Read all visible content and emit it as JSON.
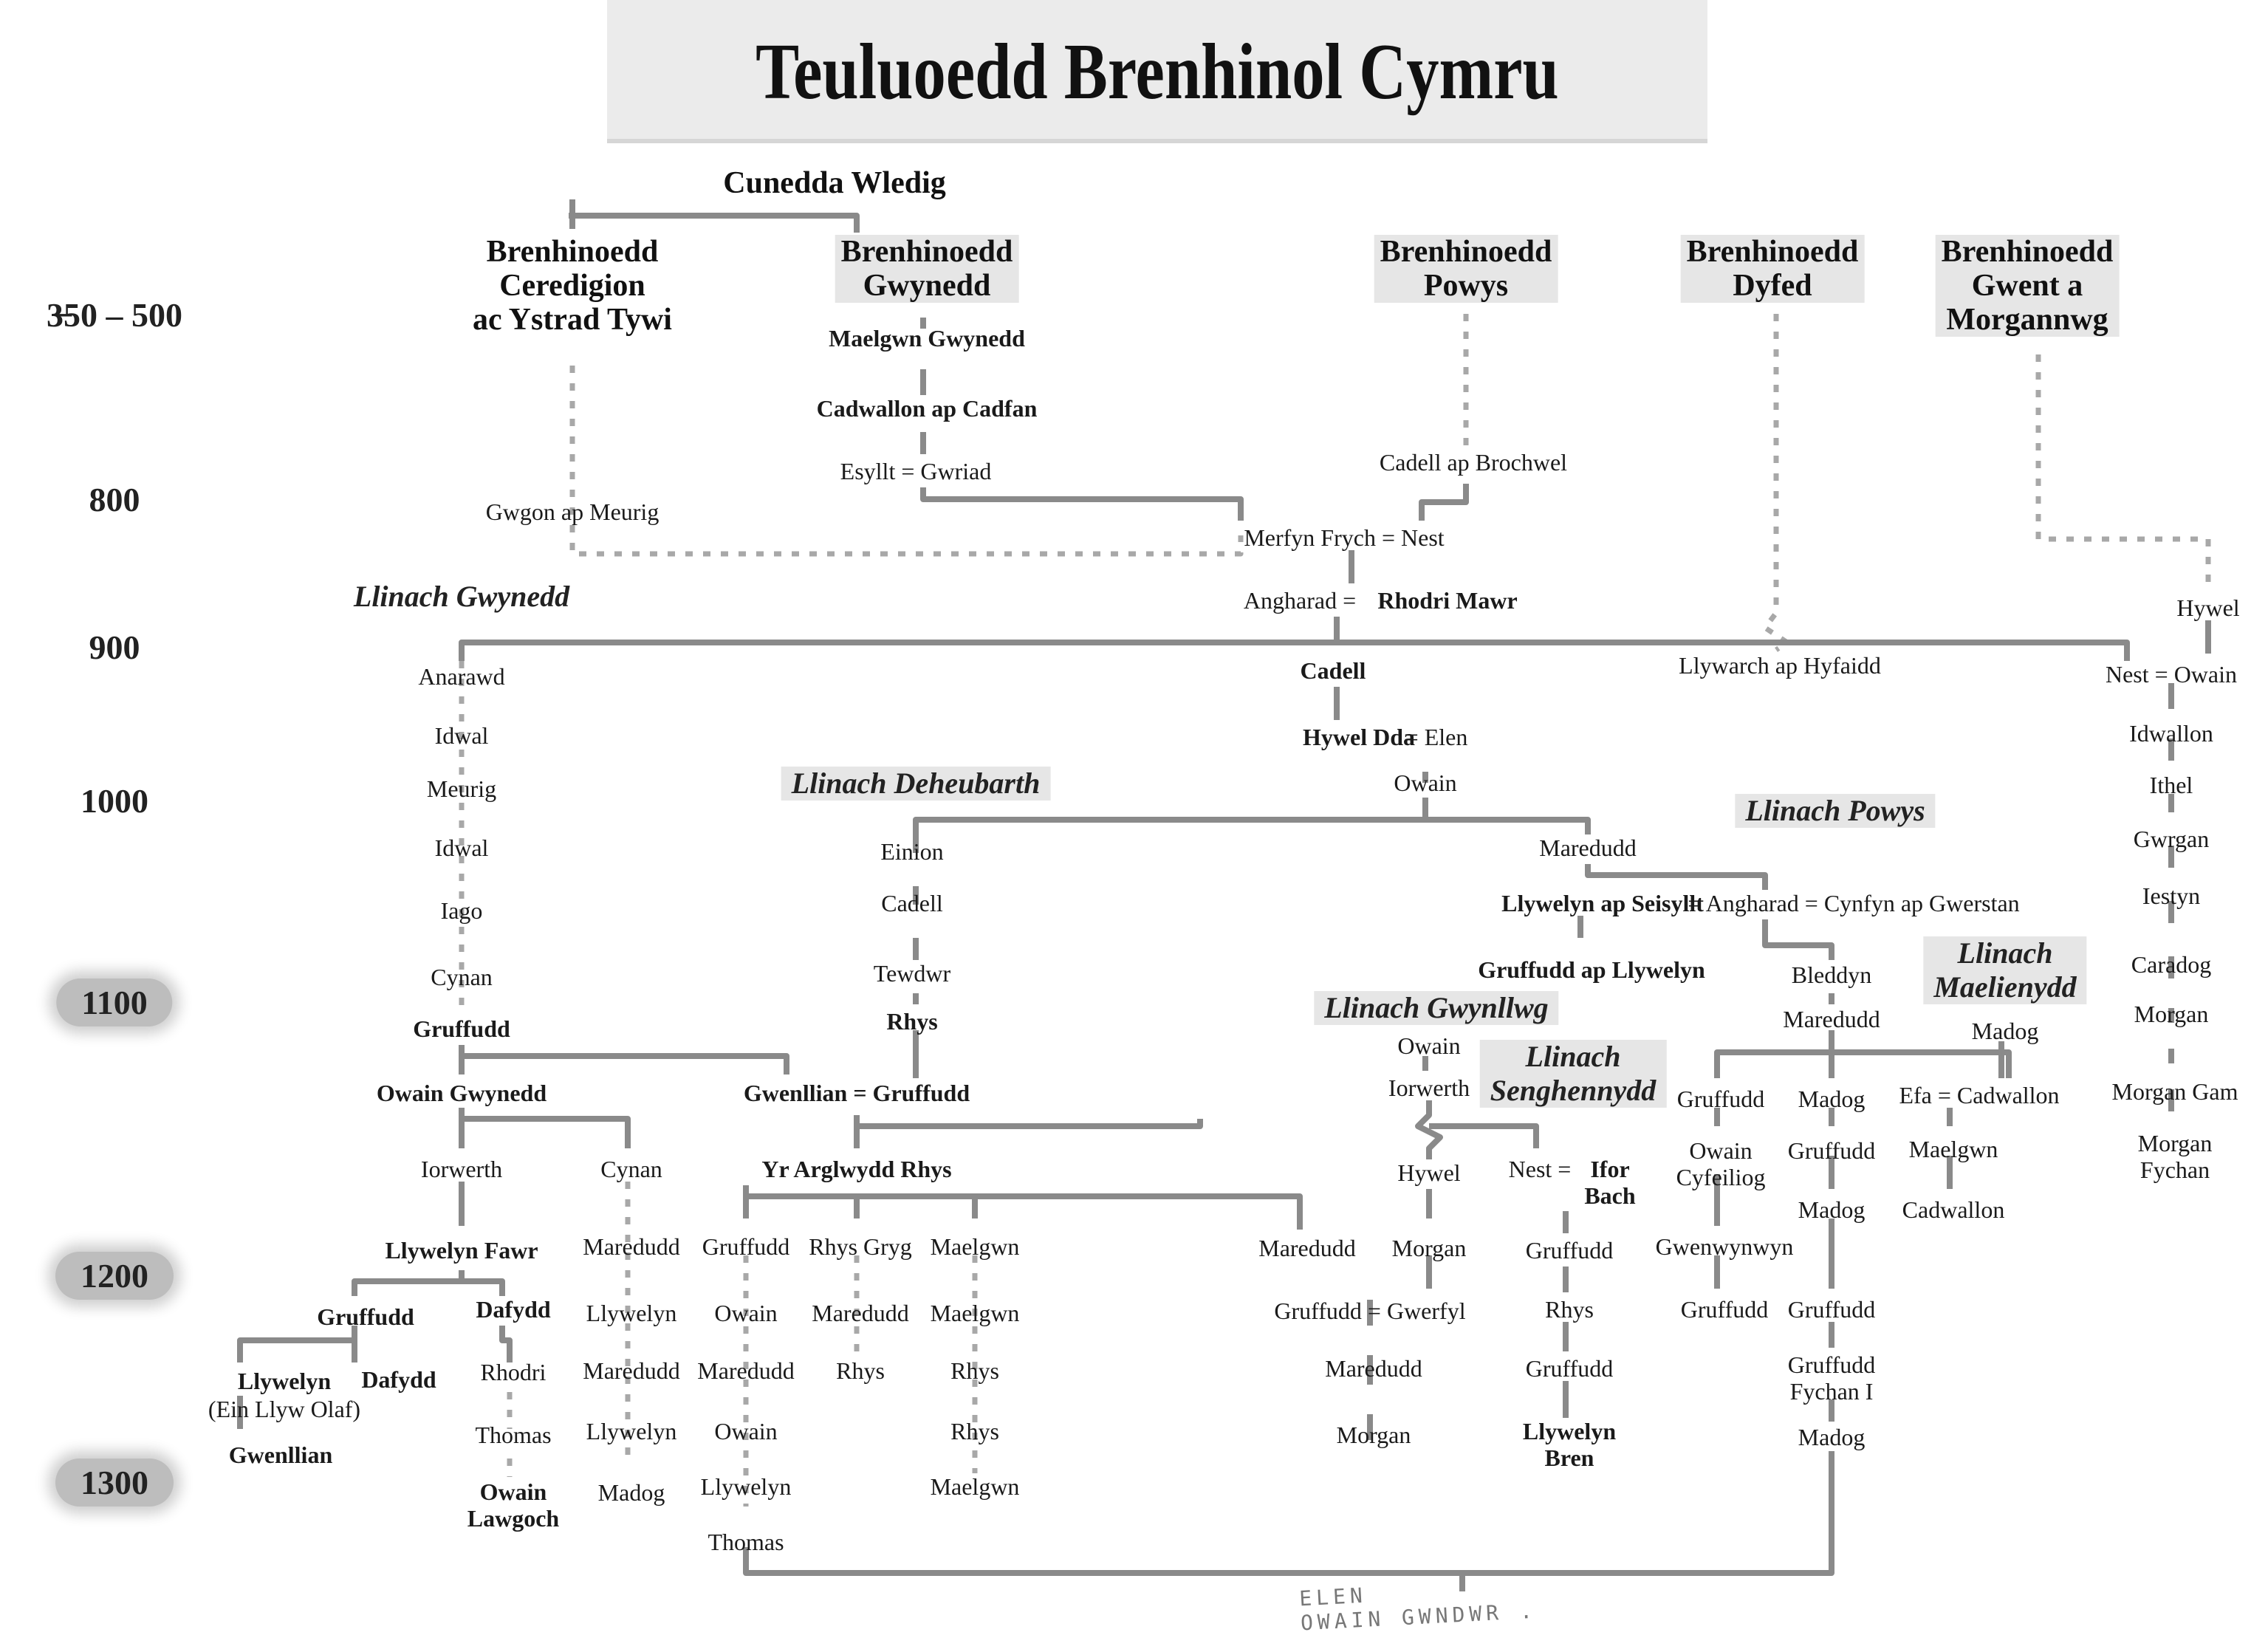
{
  "title": "Teuluoedd Brenhinol Cymru",
  "timeline": [
    "3̶50 – 500",
    "800",
    "900",
    "1000",
    "1100",
    "1200",
    "1300"
  ],
  "kingdoms": {
    "ancestor": "Cunedda Wledig",
    "ceredigion": "Brenhinoedd\nCeredigion\nac Ystrad Tywi",
    "gwynedd": "Brenhinoedd\nGwynedd",
    "powys": "Brenhinoedd\nPowys",
    "dyfed": "Brenhinoedd\nDyfed",
    "gwent": "Brenhinoedd\nGwent a\nMorgannwg"
  },
  "lineages": {
    "gwynedd": "Llinach Gwynedd",
    "deheubarth": "Llinach Deheubarth",
    "powys": "Llinach Powys",
    "maelienydd": "Llinach\nMaelienydd",
    "gwynllwg": "Llinach Gwynllwg",
    "senghennydd": "Llinach\nSenghennydd"
  },
  "people": {
    "maelgwn_gwynedd": "Maelgwn Gwynedd",
    "cadwallon_ap_cadfan": "Cadwallon ap Cadfan",
    "esyllt_gwriad": "Esyllt = Gwriad",
    "gwgon": "Gwgon ap Meurig",
    "cadell_ap_brochwel": "Cadell ap Brochwel",
    "merfyn_nest": "Merfyn Frych = Nest",
    "angharad": "Angharad = ",
    "rhodri_mawr": "Rhodri Mawr",
    "cadell_1": "Cadell",
    "hywel_dda": "Hywel Dda",
    "elen": " = Elen",
    "owain_1": "Owain",
    "llywarch": "Llywarch ap Hyfaidd",
    "hywel_gwent": "Hywel",
    "nest_owain": "Nest = Owain",
    "idwallon": "Idwallon",
    "ithel": "Ithel",
    "gwrgan": "Gwrgan",
    "iestyn": "Iestyn",
    "caradog": "Caradog",
    "morgan_gwent": "Morgan",
    "morgan_gam": "Morgan Gam",
    "morgan_fychan": "Morgan\nFychan",
    "anarawd": "Anarawd",
    "idwal_1": "Idwal",
    "meurig": "Meurig",
    "idwal_2": "Idwal",
    "iago": "Iago",
    "cynan_1": "Cynan",
    "gruffudd_g": "Gruffudd",
    "owain_gwynedd": "Owain Gwynedd",
    "iorwerth_g": "Iorwerth",
    "cynan_2": "Cynan",
    "llywelyn_fawr": "Llywelyn Fawr",
    "gruffudd_g2": "Gruffudd",
    "dafydd_1": "Dafydd",
    "llywelyn_olaf": "Llywelyn",
    "llywelyn_olaf_note": "(Ein Llyw Olaf)",
    "dafydd_2": "Dafydd",
    "rhodri": "Rhodri",
    "gwenllian_g": "Gwenllian",
    "thomas_g": "Thomas",
    "owain_lawgoch": "Owain\nLawgoch",
    "maredudd_c1": "Maredudd",
    "llywelyn_c1": "Llywelyn",
    "maredudd_c2": "Maredudd",
    "llywelyn_c2": "Llywelyn",
    "madog_c": "Madog",
    "einion": "Einion",
    "cadell_d": "Cadell",
    "tewdwr": "Tewdwr",
    "rhys": "Rhys",
    "gwenllian_gruffudd": "Gwenllian = Gruffudd",
    "yr_arglwydd_rhys": "Yr Arglwydd Rhys",
    "gruffudd_d": "Gruffudd",
    "owain_d": "Owain",
    "maredudd_d": "Maredudd",
    "owain_d2": "Owain",
    "llywelyn_d": "Llywelyn",
    "thomas_d": "Thomas",
    "rhys_gryg": "Rhys Gryg",
    "maredudd_rg": "Maredudd",
    "rhys_rg": "Rhys",
    "maelgwn_1": "Maelgwn",
    "maelgwn_2": "Maelgwn",
    "rhys_m1": "Rhys",
    "rhys_m2": "Rhys",
    "maelgwn_3": "Maelgwn",
    "maredudd_p": "Maredudd",
    "llywelyn_ap_seisyllt": "Llywelyn ap Seisyllt",
    "angharad_cynfyn": " = Angharad = Cynfyn ap Gwerstan",
    "gruffudd_ap_llywelyn": "Gruffudd ap Llywelyn",
    "bleddyn": "Bleddyn",
    "maredudd_b": "Maredudd",
    "gruffudd_b": "Gruffudd",
    "owain_cyfeiliog": "Owain\nCyfeiliog",
    "gwenwynwyn": "Gwenwynwyn",
    "gruffudd_b2": "Gruffudd",
    "madog_b1": "Madog",
    "gruffudd_b3": "Gruffudd",
    "madog_b2": "Madog",
    "gruffudd_b4": "Gruffudd",
    "gruffudd_fychan": "Gruffudd\nFychan I",
    "madog_b3": "Madog",
    "madog_m": "Madog",
    "efa_cadwallon": "Efa = Cadwallon",
    "maelgwn_m": "Maelgwn",
    "cadwallon_m": "Cadwallon",
    "owain_gw": "Owain",
    "iorwerth_gw": "Iorwerth",
    "hywel_gw": "Hywel",
    "morgan_gw": "Morgan",
    "maredudd_gw": "Maredudd",
    "gruffudd_gwerfyl": "Gruffudd = Gwerfyl",
    "maredudd_gw2": "Maredudd",
    "morgan_gw2": "Morgan",
    "nest_s": "Nest = ",
    "ifor_bach": "Ifor\nBach",
    "gruffudd_s": "Gruffudd",
    "rhys_s": "Rhys",
    "gruffudd_s2": "Gruffudd",
    "llywelyn_bren": "Llywelyn\nBren"
  },
  "handwritten_note": "ELEN\nOWAIN GWNDWR ."
}
